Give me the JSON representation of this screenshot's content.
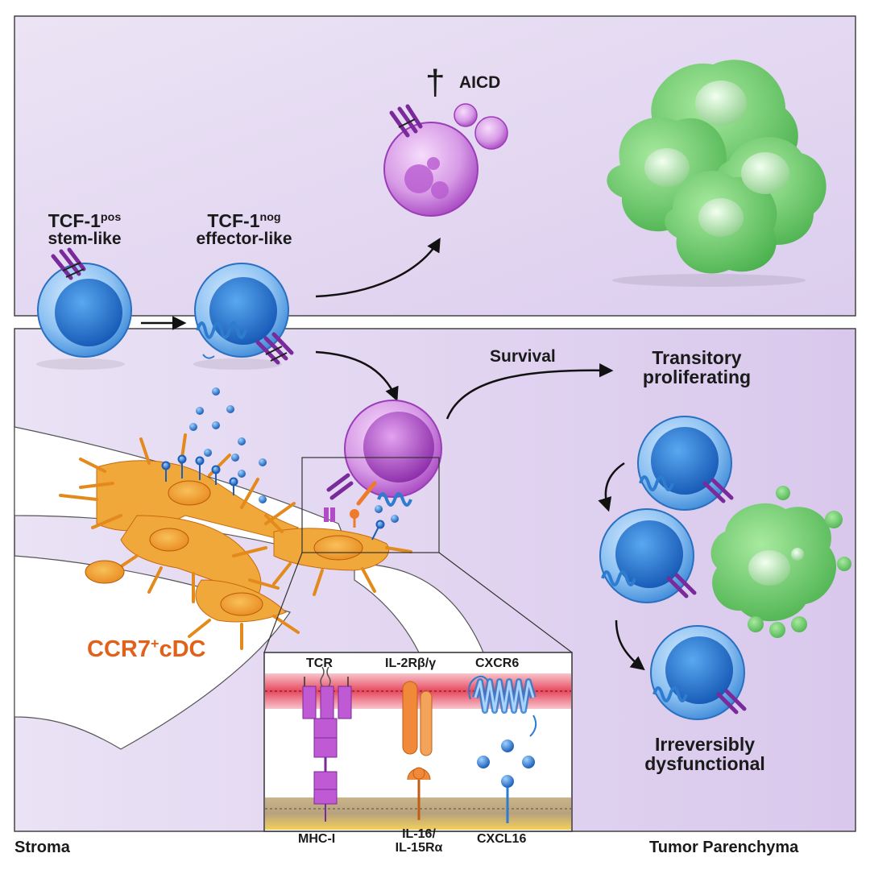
{
  "top_panel": {
    "stem_label": {
      "line1": "TCF-1",
      "sup": "pos",
      "line2": "stem-like"
    },
    "effector_label": {
      "line1": "TCF-1",
      "sup": "nog",
      "line2": "effector-like"
    },
    "aicd_label": "AICD",
    "aicd_symbol": "†"
  },
  "bottom_panel": {
    "survival_label": "Survival",
    "transitory_label": {
      "line1": "Transitory",
      "line2": "proliferating"
    },
    "dysfunctional_label": {
      "line1": "Irreversibly",
      "line2": "dysfunctional"
    },
    "dc_label": {
      "prefix": "CCR7",
      "sup": "+",
      "suffix": "cDC"
    }
  },
  "inset": {
    "receptors": [
      "TCR",
      "IL-2Rβ/γ",
      "CXCR6"
    ],
    "ligands": [
      "MHC-I",
      "IL-16/",
      "IL-15Rα",
      "CXCL16"
    ]
  },
  "region_labels": {
    "stroma": "Stroma",
    "tumor": "Tumor Parenchyma"
  },
  "colors": {
    "panel_bg": "#e6dcf2",
    "tcell_blue": "#2f7fd4",
    "tcell_purple": "#b04cc4",
    "dc_orange": "#f3a93a",
    "tumor_green": "#6ccd6c",
    "membrane_red": "#e85a6a",
    "label_orange": "#e2611a"
  }
}
